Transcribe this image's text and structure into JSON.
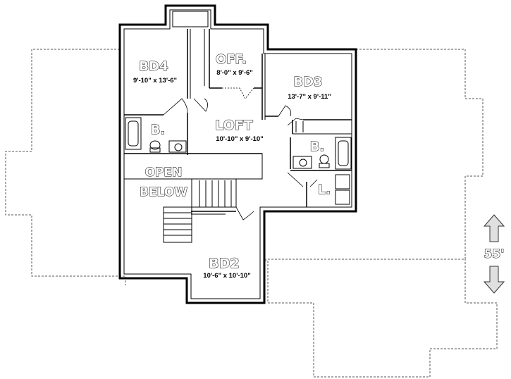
{
  "rooms": {
    "bd4": {
      "name": "BD4",
      "size": "9'-10\" x 13'-6\""
    },
    "off": {
      "name": "OFF.",
      "size": "8'-0\" x 9'-6\""
    },
    "bd3": {
      "name": "BD3",
      "size": "13'-7\" x 9'-11\""
    },
    "loft": {
      "name": "LOFT",
      "size": "10'-10\" x 9'-10\""
    },
    "bath_left": {
      "name": "B."
    },
    "bath_right": {
      "name": "B."
    },
    "laundry": {
      "name": "L."
    },
    "open_below": {
      "line1": "OPEN",
      "line2": "BELOW"
    },
    "bd2": {
      "name": "BD2",
      "size": "10'-6\" x 10'-10\""
    }
  },
  "dimension": {
    "label": "55'",
    "icon": "up-down-arrow-icon"
  }
}
